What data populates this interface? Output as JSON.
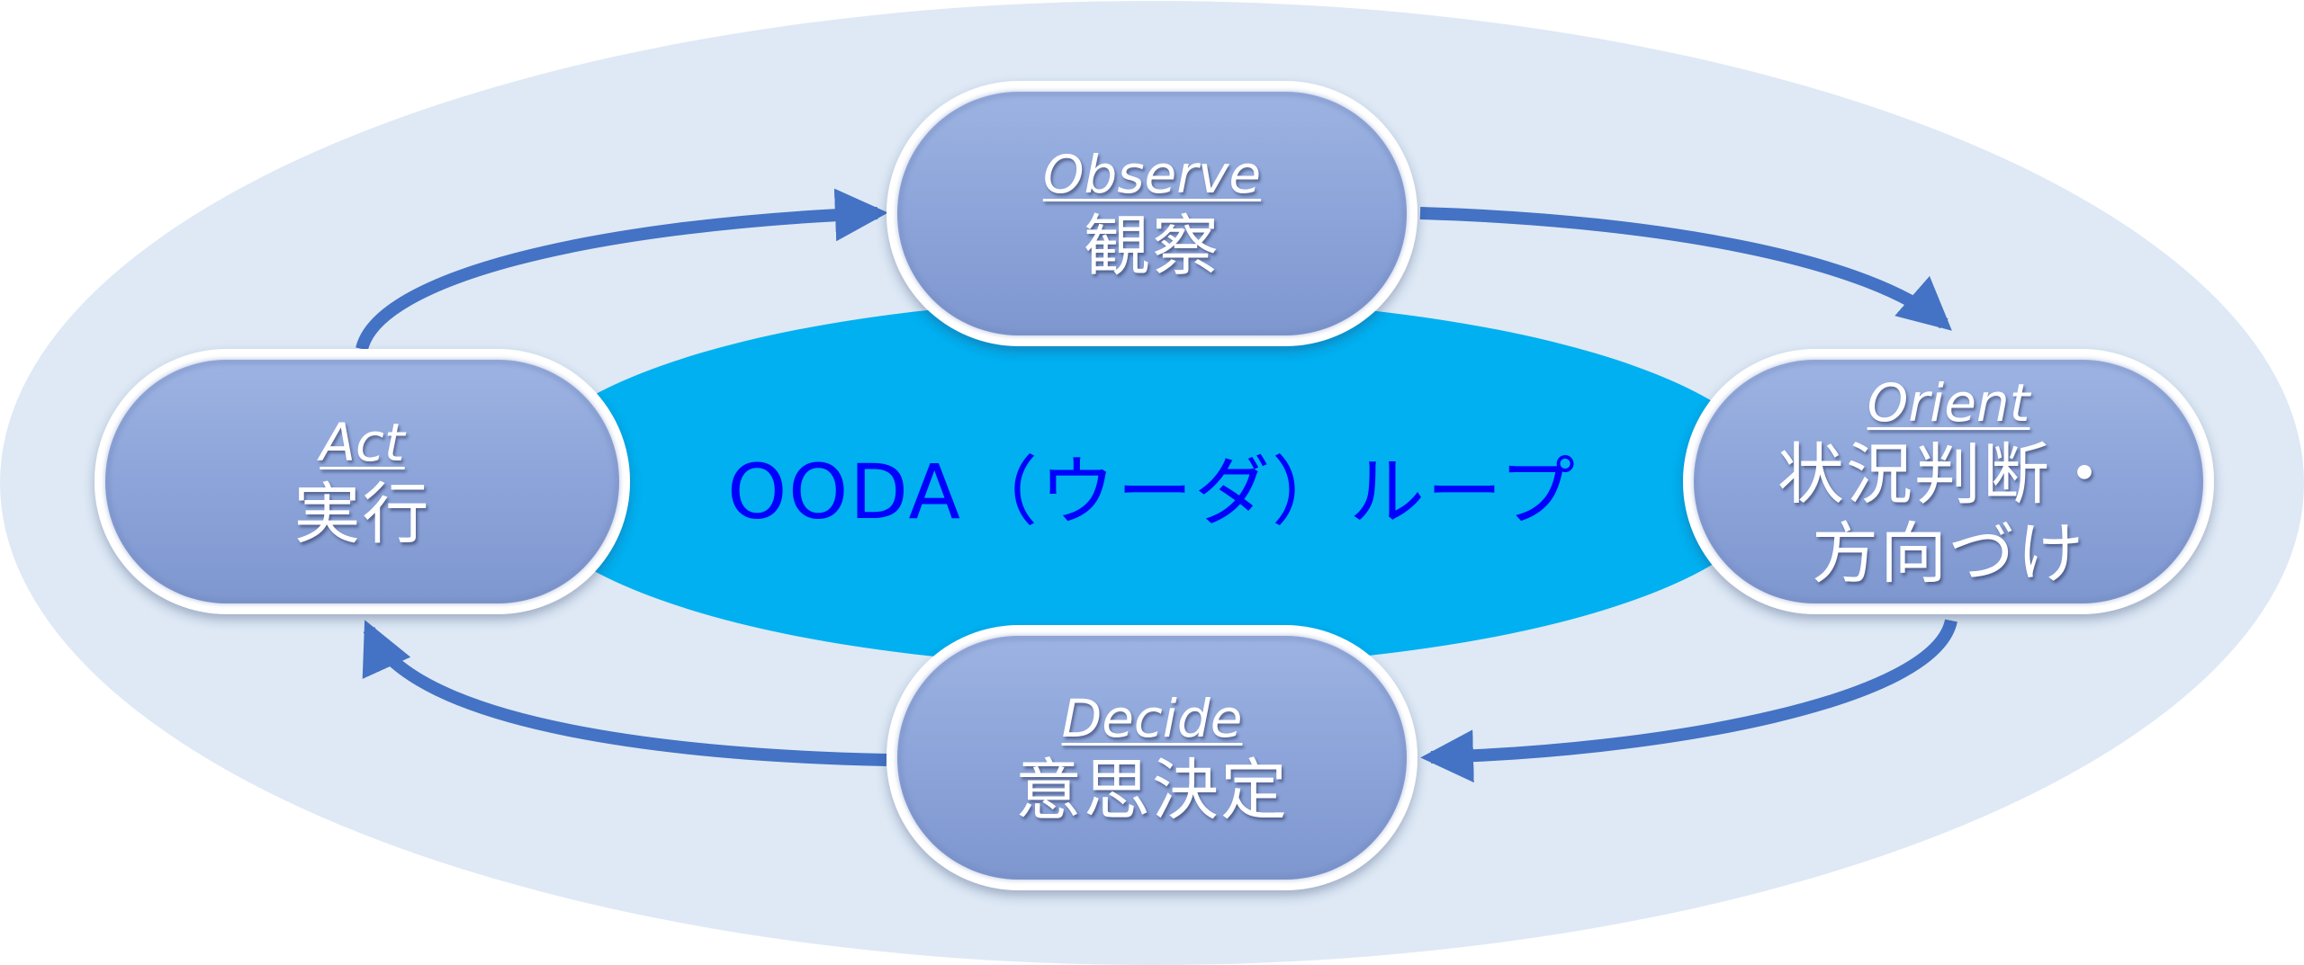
{
  "diagram": {
    "center_label": "OODA（ウーダ）ループ",
    "nodes": {
      "observe": {
        "en": "Observe",
        "ja": "観察"
      },
      "orient": {
        "en": "Orient",
        "ja_line1": "状況判断・",
        "ja_line2": "方向づけ"
      },
      "decide": {
        "en": "Decide",
        "ja": "意思決定"
      },
      "act": {
        "en": "Act",
        "ja": "実行"
      }
    },
    "colors": {
      "outer_ellipse": "#DEE9F5",
      "inner_ellipse": "#00B0F0",
      "node_fill": "#8DA5D8",
      "node_border": "#FFFFFF",
      "arrow": "#4472C4",
      "center_text": "#0000FF"
    }
  }
}
